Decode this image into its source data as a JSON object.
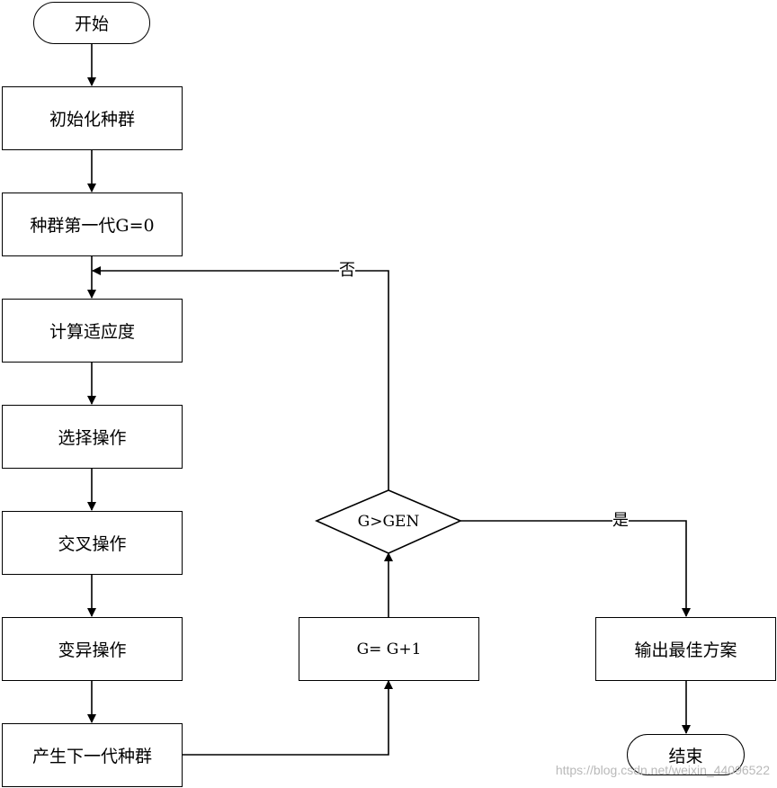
{
  "flowchart": {
    "start": "开始",
    "init_population": "初始化种群",
    "first_generation": "种群第一代G=0",
    "compute_fitness": "计算适应度",
    "selection": "选择操作",
    "crossover": "交叉操作",
    "mutation": "变异操作",
    "next_generation": "产生下一代种群",
    "increment": "G= G+1",
    "decision": "G>GEN",
    "output_best": "输出最佳方案",
    "end": "结束",
    "label_no": "否",
    "label_yes": "是"
  },
  "watermark": "https://blog.csdn.net/weixin_44096522"
}
